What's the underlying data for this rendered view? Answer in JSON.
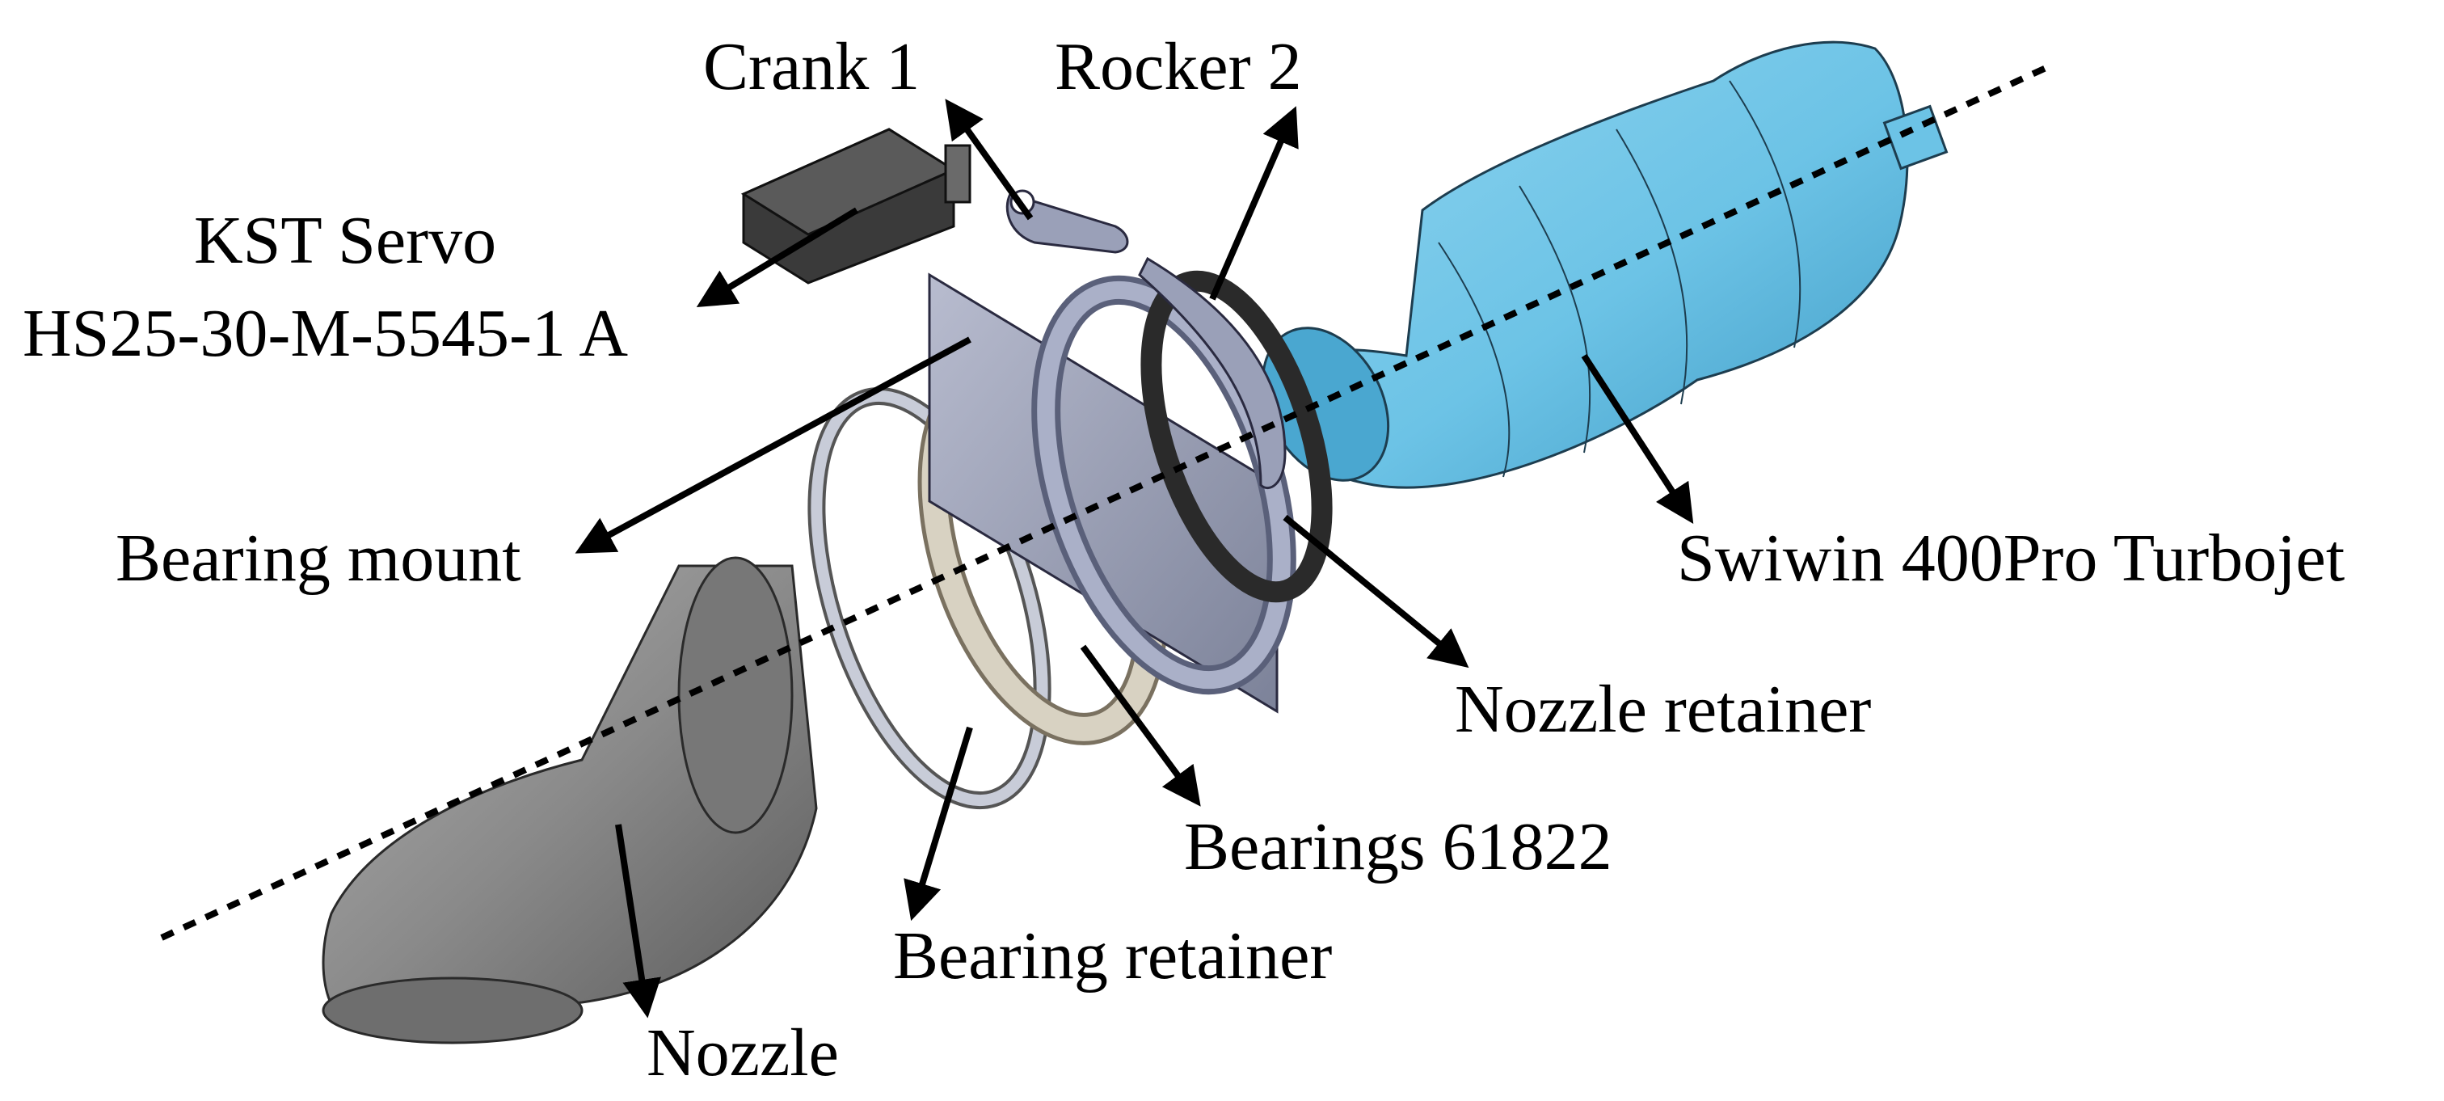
{
  "labels": {
    "crank": "Crank 1",
    "rocker": "Rocker 2",
    "servo_line1": "KST Servo",
    "servo_line2": "HS25-30-M-5545-1 A",
    "bearing_mount": "Bearing mount",
    "turbojet": "Swiwin 400Pro Turbojet",
    "nozzle_retainer": "Nozzle retainer",
    "bearings": "Bearings 61822",
    "bearing_retainer": "Bearing retainer",
    "nozzle": "Nozzle"
  },
  "colors": {
    "turbojet_fill": "#6cc3e6",
    "turbojet_dark": "#3f9ac4",
    "nozzle_fill": "#8a8a8a",
    "nozzle_dark": "#5a5a5a",
    "mount_fill": "#9aa0b8",
    "bearing_fill": "#d8d2c2",
    "servo_fill": "#3a3a3a",
    "line": "#000000"
  }
}
